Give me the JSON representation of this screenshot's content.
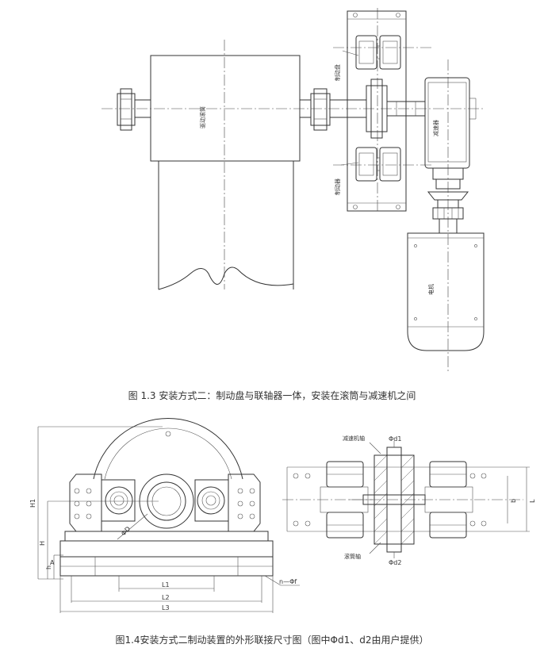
{
  "figure_1_3": {
    "labels": {
      "drive_drum": "驱动滚筒",
      "brake_disc": "制动盘",
      "brake_cyl": "制动器",
      "reducer": "减速器",
      "motor": "电机"
    },
    "caption": "图 1.3 安装方式二：制动盘与联轴器一体，安装在滚筒与减速机之间"
  },
  "figure_1_4": {
    "labels": {
      "H1": "H1",
      "H": "H",
      "h": "h",
      "A": "A",
      "phi_D": "ΦD",
      "L1": "L1",
      "L2": "L2",
      "L3": "L3",
      "n_phi_f": "n—Φf",
      "phi_d1": "Φd1",
      "phi_d2": "Φd2",
      "reducer_shaft": "减速机轴",
      "drum_shaft": "滚筒轴",
      "b": "b",
      "L": "L"
    },
    "caption": "图1.4安装方式二制动装置的外形联接尺寸图（图中Φd1、d2由用户提供）"
  }
}
